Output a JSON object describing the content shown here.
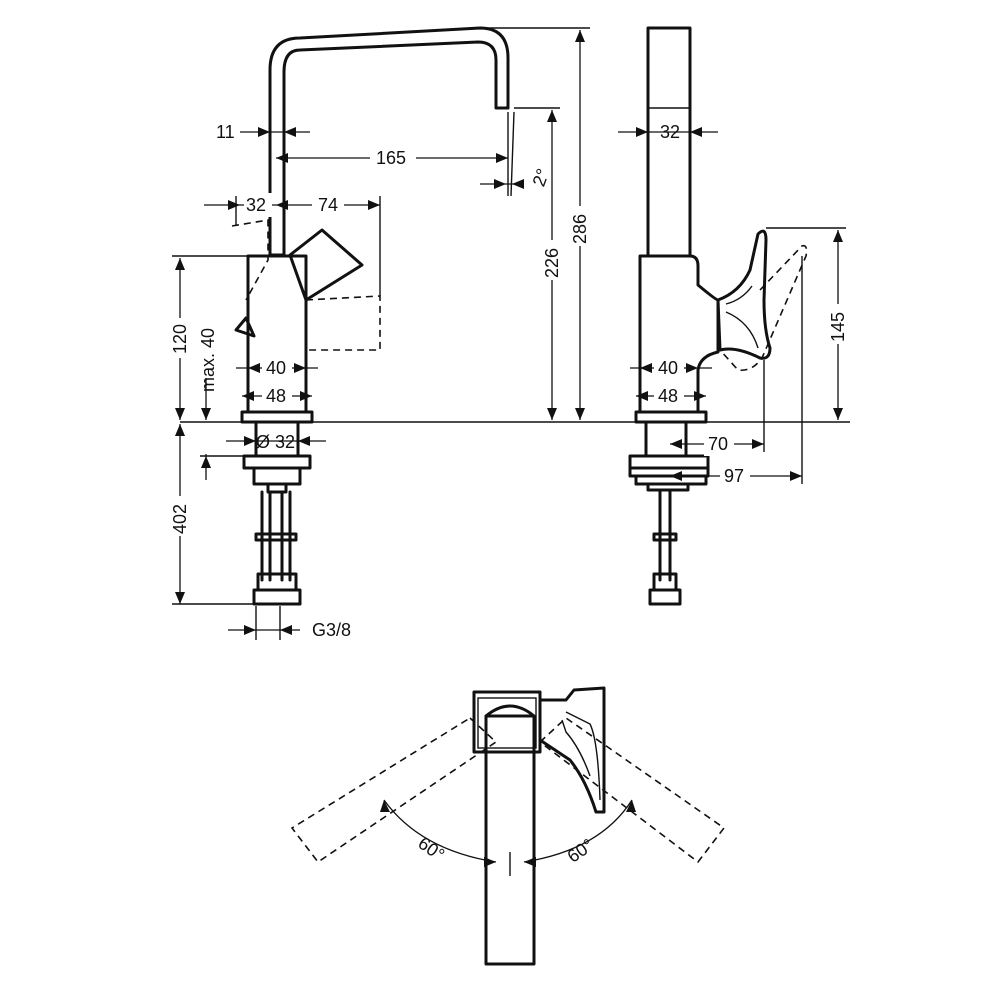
{
  "drawing": {
    "front_view": {
      "spout_wall": "11",
      "spout_reach": "165",
      "spout_angle": "2°",
      "lever_base": "32",
      "lever_travel": "74",
      "body_height": "120",
      "max_deck": "max. 40",
      "body_inner_diam": "40",
      "body_outer_diam": "48",
      "shank_diam": "Ø 32",
      "outlet_height": "226",
      "total_height": "286",
      "hose_length": "402",
      "thread": "G3/8"
    },
    "side_view": {
      "spout_width": "32",
      "body_inner_diam": "40",
      "body_outer_diam": "48",
      "handle_height": "145",
      "handle_reach": "70",
      "handle_reach_open": "97"
    },
    "top_view": {
      "angle_left": "60°",
      "angle_right": "60°"
    }
  }
}
